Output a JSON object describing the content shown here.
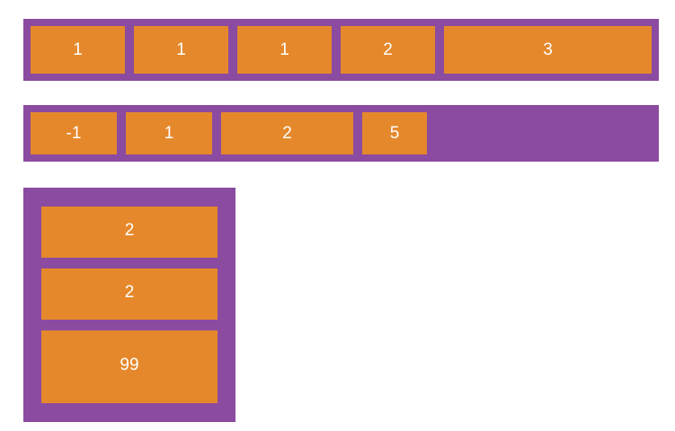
{
  "palette": {
    "container_purple": "#8b4ba0",
    "item_orange": "#e5882b",
    "item_text": "#ffffff",
    "page_background": "#ffffff"
  },
  "containers": [
    {
      "name": "flex-row-grow",
      "direction": "row",
      "fills_container": true,
      "items": [
        {
          "label": "1",
          "flex": 1
        },
        {
          "label": "1",
          "flex": 1
        },
        {
          "label": "1",
          "flex": 1
        },
        {
          "label": "2",
          "flex": 2
        },
        {
          "label": "3",
          "flex": 3
        }
      ]
    },
    {
      "name": "flex-row-fixed",
      "direction": "row",
      "fills_container": false,
      "items": [
        {
          "label": "-1",
          "flex": -1
        },
        {
          "label": "1",
          "flex": 1
        },
        {
          "label": "2",
          "flex": 2
        },
        {
          "label": "5",
          "flex": 5
        }
      ]
    },
    {
      "name": "flex-column-grow",
      "direction": "column",
      "fills_container": true,
      "items": [
        {
          "label": "2",
          "flex": 2
        },
        {
          "label": "2",
          "flex": 2
        },
        {
          "label": "99",
          "flex": 99
        }
      ]
    }
  ]
}
